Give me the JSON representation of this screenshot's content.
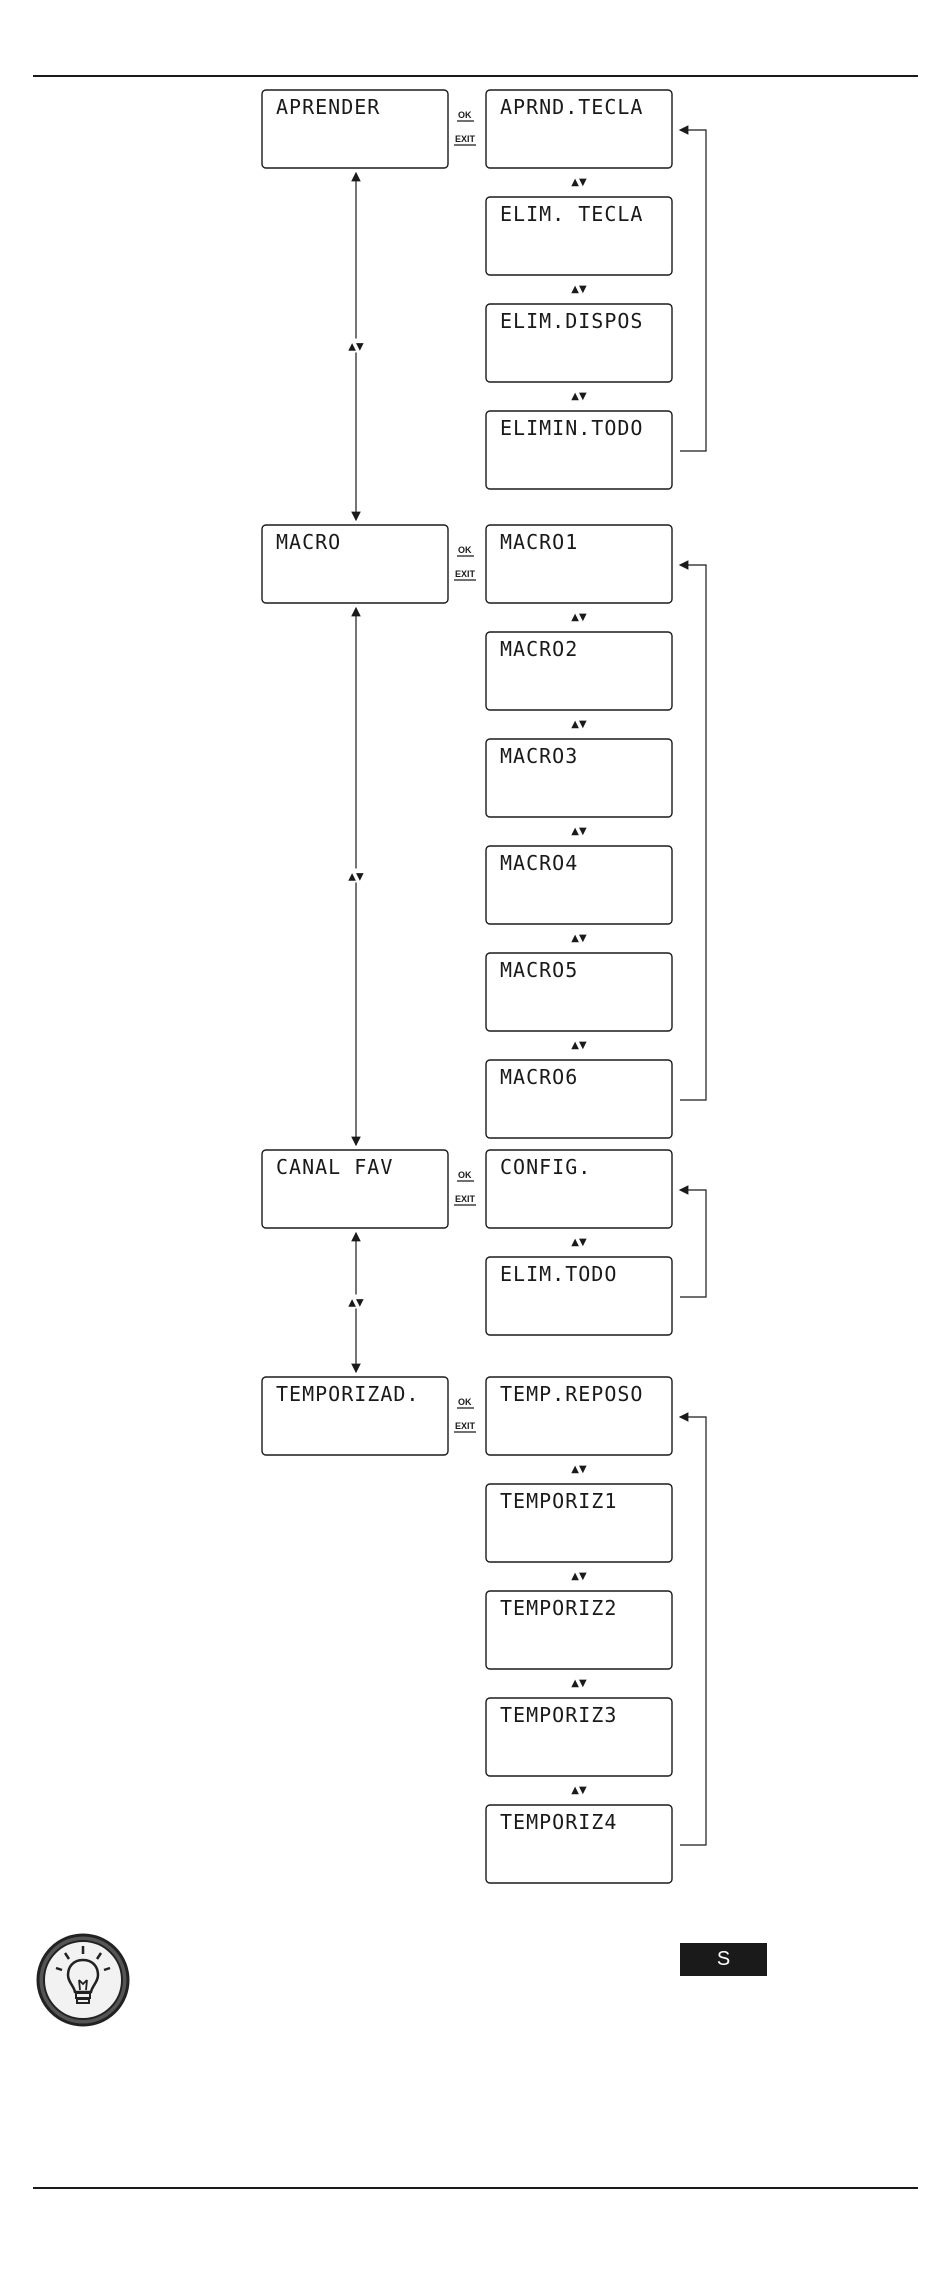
{
  "menu": [
    {
      "label": "APRENDER",
      "items": [
        "APRND.TECLA",
        "ELIM. TECLA",
        "ELIM.DISPOS",
        "ELIMIN.TODO"
      ]
    },
    {
      "label": "MACRO",
      "items": [
        "MACRO1",
        "MACRO2",
        "MACRO3",
        "MACRO4",
        "MACRO5",
        "MACRO6"
      ]
    },
    {
      "label": "CANAL FAV",
      "items": [
        "CONFIG.",
        "ELIM.TODO"
      ]
    },
    {
      "label": "TEMPORIZAD.",
      "items": [
        "TEMP.REPOSO",
        "TEMPORIZ1",
        "TEMPORIZ2",
        "TEMPORIZ3",
        "TEMPORIZ4"
      ]
    }
  ],
  "keys": {
    "ok": "OK",
    "exit": "EXIT"
  },
  "nav_symbol": "▲▼",
  "badge": {
    "label": "S"
  },
  "icons": {
    "hint": "lightbulb-icon"
  }
}
